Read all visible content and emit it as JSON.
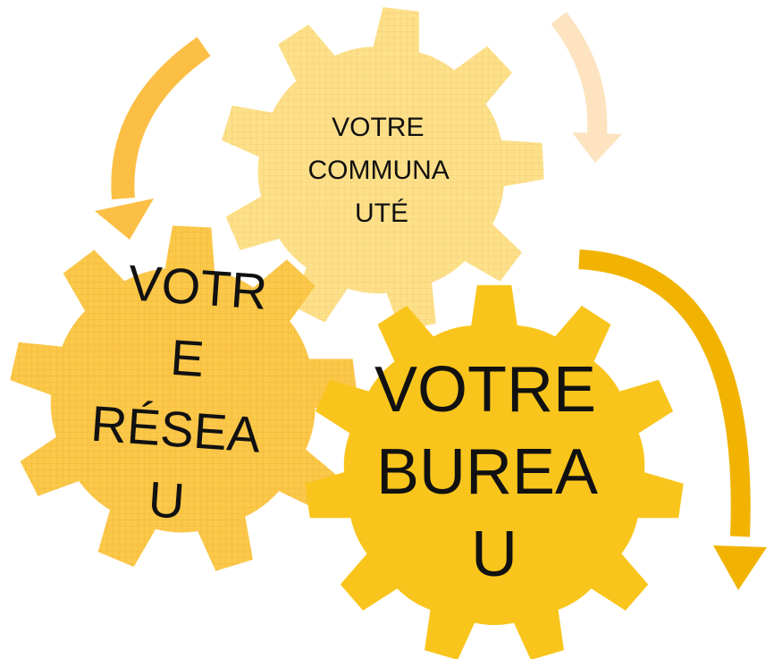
{
  "diagram": {
    "gears": [
      {
        "id": "communaute",
        "lines": [
          "VOTRE",
          "COMMUNA",
          "UTÉ"
        ],
        "color": "#fde08a"
      },
      {
        "id": "reseau",
        "lines": [
          "VOTR",
          "E",
          "RÉSEA",
          "U"
        ],
        "color": "#fbc84a"
      },
      {
        "id": "bureau",
        "lines": [
          "VOTRE",
          "BUREA",
          "U"
        ],
        "color": "#f9c51c"
      }
    ],
    "arrows": [
      {
        "id": "arrow-top-left",
        "color": "#fcbf45"
      },
      {
        "id": "arrow-top-right",
        "color": "#fde3bf"
      },
      {
        "id": "arrow-right",
        "color": "#f1b300"
      }
    ]
  }
}
